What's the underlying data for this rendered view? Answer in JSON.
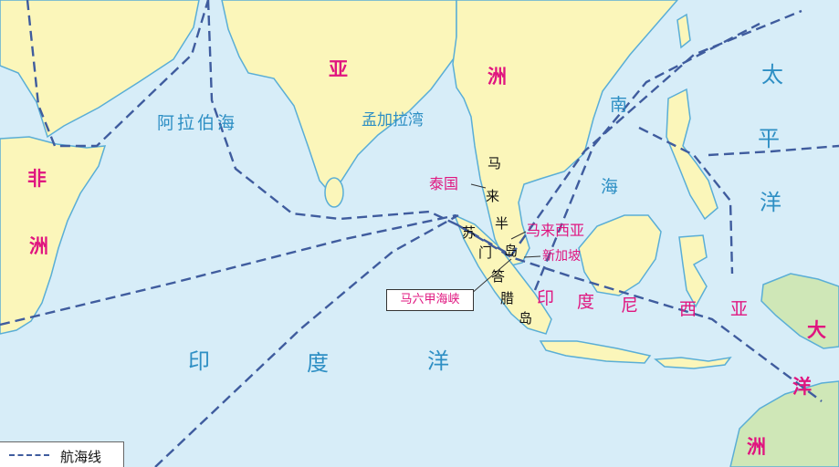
{
  "map": {
    "colors": {
      "sea": "#d7edf8",
      "land": "#fbf6ba",
      "coast": "#5aaed6",
      "route": "#3f5c9e",
      "label_pink": "#e0157f",
      "label_blue": "#2e8fc4"
    },
    "regions": {
      "asia": [
        "亚",
        "洲"
      ],
      "africa": [
        "非",
        "洲"
      ],
      "oceania": [
        "大",
        "洋",
        "洲"
      ]
    },
    "seas": {
      "arabian_sea": "阿拉伯海",
      "bay_of_bengal": "孟加拉湾",
      "south_china_sea": [
        "南",
        "海"
      ]
    },
    "oceans": {
      "indian": [
        "印",
        "度",
        "洋"
      ],
      "pacific": [
        "太",
        "平",
        "洋"
      ]
    },
    "land_labels": {
      "malay_peninsula": [
        "马",
        "来",
        "半",
        "岛"
      ],
      "sumatra": [
        "苏",
        "门",
        "答",
        "腊",
        "岛"
      ]
    },
    "countries": {
      "thailand": "泰国",
      "malaysia": "马来西亚",
      "singapore": "新加坡",
      "indonesia": [
        "印",
        "度",
        "尼",
        "西",
        "亚"
      ]
    },
    "callout": "马六甲海峡",
    "legend": {
      "route_label": "航海线"
    }
  }
}
